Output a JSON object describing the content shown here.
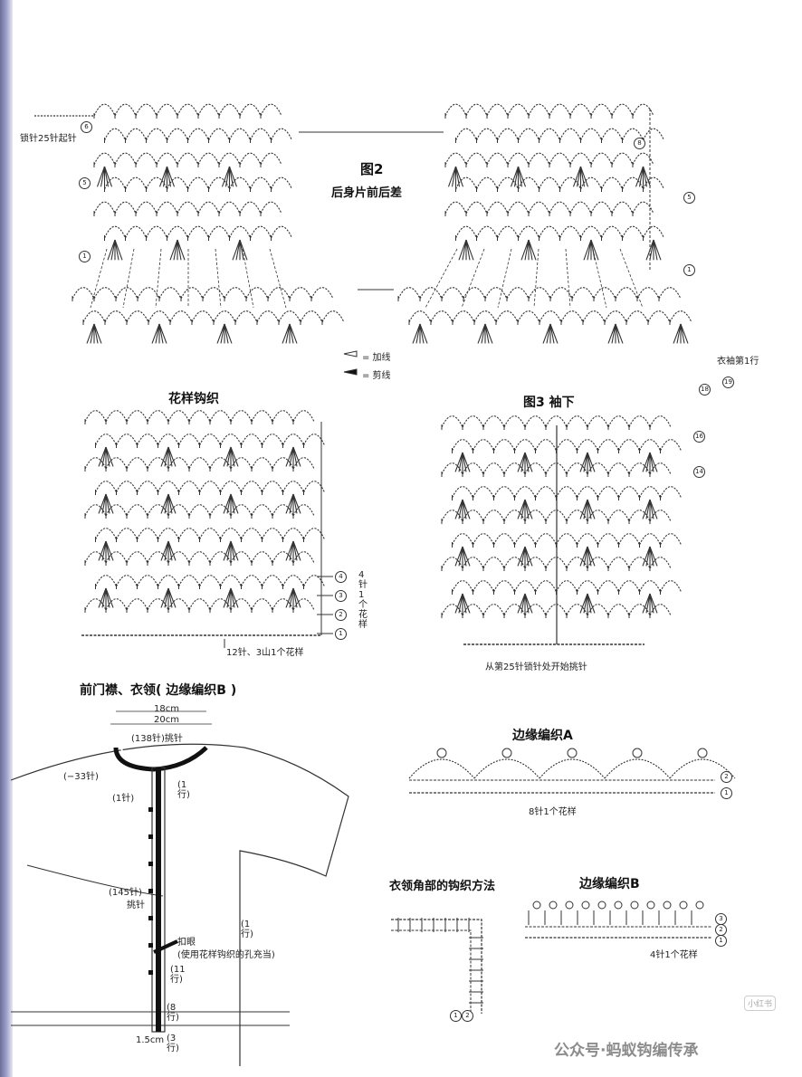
{
  "fig2": {
    "title": "图2",
    "subtitle": "后身片前后差",
    "start_chain": "锁针25针起针",
    "rows": {
      "r6": "6",
      "r5": "5",
      "r1": "1",
      "right_r8": "8",
      "right_r5": "5",
      "right_r1": "1",
      "r18": "18",
      "r19": "19"
    },
    "sleeve_row1": "衣袖第1行",
    "legend": {
      "add_yarn": "= 加线",
      "cut_yarn": "= 剪线"
    }
  },
  "pattern": {
    "title": "花样钩织",
    "repeat": "12针、3山1个花样",
    "rows": [
      "4",
      "3",
      "2",
      "1"
    ],
    "vertical_note": "4针1个花样"
  },
  "fig3": {
    "title": "图3  袖下",
    "start_note": "从第25针锁针处开始挑针",
    "rows": [
      "16",
      "14"
    ]
  },
  "placket": {
    "title": "前门襟、衣领( 边缘编织B )",
    "dim_18": "18cm",
    "dim_20": "20cm",
    "neck_count": "(138针)挑针",
    "minus33": "(−33针)",
    "one_stitch": "(1针)",
    "one_row": "(1行)",
    "count_145": "(145针)",
    "pick_up": "挑针",
    "buttonhole": "扣眼",
    "buttonhole_note": "(使用花样钩织的孔充当)",
    "row_1_right": "(1行)",
    "row_11": "(11行)",
    "row_8": "(8行)",
    "width_15": "1.5cm",
    "row_3": "(3行)"
  },
  "edge_a": {
    "title": "边缘编织A",
    "repeat": "8针1个花样",
    "rows": [
      "2",
      "1"
    ]
  },
  "collar_corner": {
    "title": "衣领角部的钩织方法",
    "rows": [
      "1",
      "2"
    ]
  },
  "edge_b": {
    "title": "边缘编织B",
    "repeat": "4针1个花样",
    "rows": [
      "3",
      "2",
      "1"
    ]
  },
  "watermark": {
    "text": "公众号·蚂蚁钩编传承",
    "badge": "小红书"
  }
}
